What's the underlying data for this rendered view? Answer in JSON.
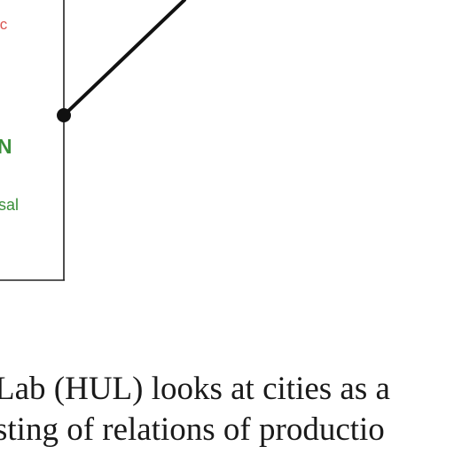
{
  "figure": {
    "label_top": "ic",
    "label_mid": "N",
    "label_low": "sal",
    "colors": {
      "label_top": "#d9534f",
      "label_mid": "#3a8f3a",
      "label_low": "#3a8f3a",
      "lines": "#111111"
    }
  },
  "text": {
    "line1": "Lab (HUL) looks at cities as a",
    "line2": "sting of relations of productio"
  }
}
